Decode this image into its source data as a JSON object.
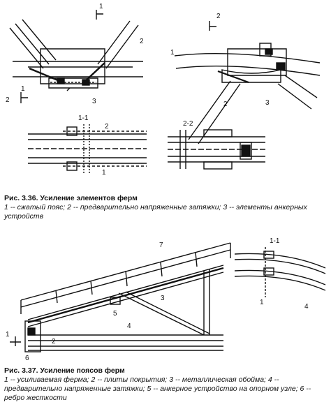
{
  "fig336": {
    "section_marks": {
      "a": "1",
      "b": "2",
      "c": "1",
      "top_right": "2"
    },
    "labels": {
      "n1": "1",
      "n2": "2",
      "n3": "3",
      "n1b": "1",
      "n2b": "2",
      "n3b": "3"
    },
    "section_titles": {
      "s11": "1-1",
      "s22": "2-2",
      "s2num": "2",
      "s1num": "1"
    },
    "caption_title": "Рис. 3.36. Усиление элементов ферм",
    "caption_body": "1 -- сжатый пояс; 2 -- предварительно напряженные затяжки; 3 -- элементы анкерных устройств"
  },
  "fig337": {
    "labels": {
      "n7": "7",
      "n3": "3",
      "n5": "5",
      "n4": "4",
      "n2": "2",
      "n6": "6",
      "n1": "1",
      "n1b": "1",
      "n4b": "4",
      "s11": "1-1",
      "sec1": "1"
    },
    "caption_title": "Рис. 3.37. Усиление поясов ферм",
    "caption_body": "1 -- усиливаемая ферма; 2 -- плиты покрытия; 3 -- металлическая обойма; 4 -- предварительно напряженные затяжки; 5 -- анкерное устройство на опорном узле; 6 -- ребро жесткости"
  }
}
